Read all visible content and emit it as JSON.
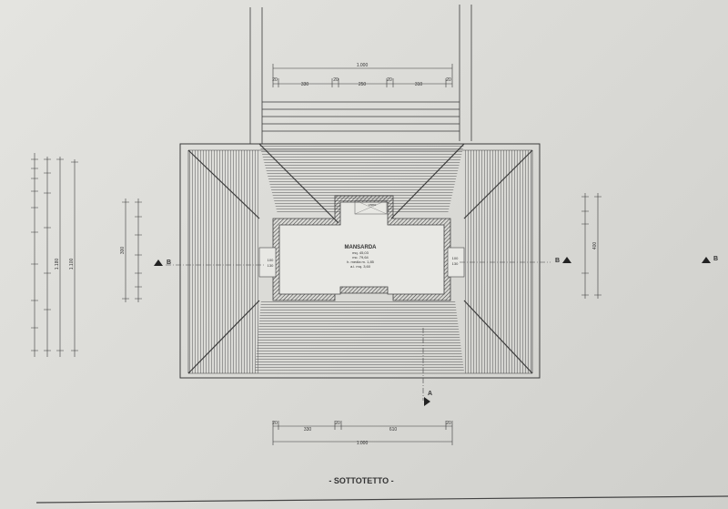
{
  "drawing": {
    "title": "- SOTTOTETTO -",
    "room": {
      "name": "MANSARDA",
      "line1": "mq. 45,03",
      "line2": "mc. 79,64",
      "line3": "h. media m. 1,85",
      "line4": "a.i. mq. 3,60"
    },
    "small_room_label": "vano",
    "section_a": "A",
    "section_b_left": "B",
    "section_b_right": "B",
    "section_b_far": "B",
    "window_left_top": "100",
    "window_left_bottom": "130",
    "window_right_top": "100",
    "window_right_bottom": "130"
  },
  "dimensions": {
    "top_total": "1.000",
    "top_parts": [
      "20",
      "330",
      "20",
      "250",
      "20",
      "310",
      "20"
    ],
    "bottom_total": "1.000",
    "bottom_parts": [
      "20",
      "330",
      "20",
      "610",
      "20"
    ],
    "left_total_a": "1.180",
    "left_total_b": "1.100",
    "left_center": "300",
    "right_center": "400"
  },
  "colors": {
    "line": "#3a3a3a",
    "hatch": "#6a6a6a",
    "wall": "#555555"
  }
}
